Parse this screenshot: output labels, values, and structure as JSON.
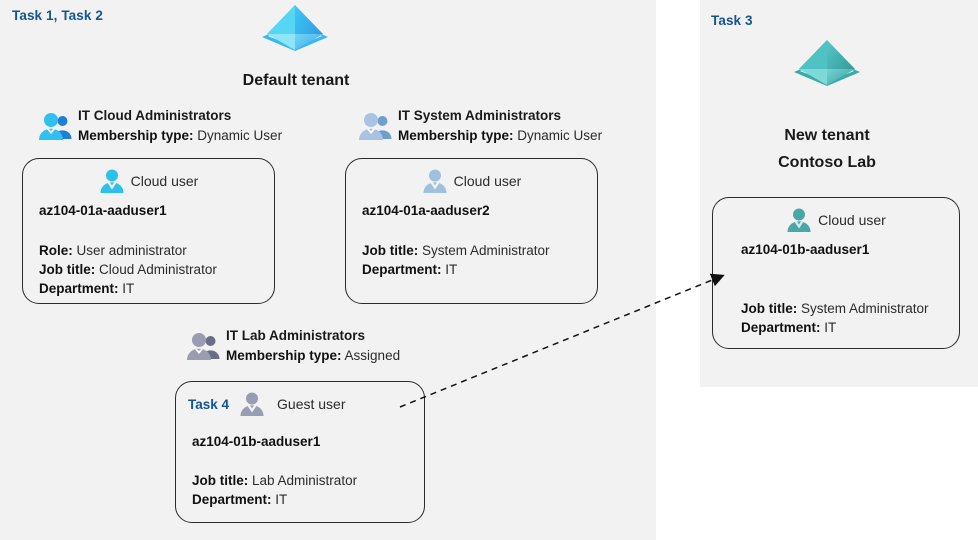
{
  "panels": {
    "left": {
      "task_label": "Task 1, Task 2"
    },
    "right": {
      "task_label": "Task 3"
    }
  },
  "tenants": [
    {
      "icon": "azure-ad-tenant-icon",
      "title": "Default tenant",
      "color": "#3a9ae8"
    },
    {
      "icon": "azure-ad-tenant-icon",
      "title_line1": "New  tenant",
      "title_line2": "Contoso Lab",
      "color": "#3fb6b6"
    }
  ],
  "groups": [
    {
      "icon": "group-users-icon",
      "name": "IT Cloud Administrators",
      "membership_label": "Membership type:",
      "membership_value": "Dynamic User"
    },
    {
      "icon": "group-users-icon",
      "name": "IT System Administrators",
      "membership_label": "Membership type:",
      "membership_value": "Dynamic User"
    },
    {
      "icon": "group-users-icon",
      "name": "IT Lab Administrators",
      "membership_label": "Membership type:",
      "membership_value": "Assigned"
    }
  ],
  "cards": [
    {
      "icon": "cloud-user-icon",
      "user_type": "Cloud user",
      "upn": "az104-01a-aaduser1",
      "props": [
        {
          "label": "Role:",
          "value": "User administrator"
        },
        {
          "label": "Job title:",
          "value": "Cloud Administrator"
        },
        {
          "label": "Department:",
          "value": "IT"
        }
      ]
    },
    {
      "icon": "cloud-user-icon",
      "user_type": "Cloud user",
      "upn": "az104-01a-aaduser2",
      "props": [
        {
          "label": "Job title:",
          "value": "System Administrator"
        },
        {
          "label": "Department:",
          "value": "IT"
        }
      ]
    },
    {
      "icon": "guest-user-icon",
      "task_label": "Task 4",
      "user_type": "Guest user",
      "upn": "az104-01b-aaduser1",
      "props": [
        {
          "label": "Job title:",
          "value": "Lab Administrator"
        },
        {
          "label": "Department:",
          "value": "IT"
        }
      ]
    },
    {
      "icon": "cloud-user-icon",
      "user_type": "Cloud user",
      "upn": "az104-01b-aaduser1",
      "props": [
        {
          "label": "Job title:",
          "value": "System Administrator"
        },
        {
          "label": "Department:",
          "value": "IT"
        }
      ]
    }
  ],
  "colors": {
    "task_blue": "#14558f",
    "panel_bg": "#f2f2f2",
    "page_bg": "#ffffff",
    "card_border": "#2b2b2b",
    "tenant_blue": "#3a9ae8",
    "tenant_teal": "#3fb6b6",
    "group_icon_cyan": "#29b6e8",
    "group_icon_lightblue": "#94b8dd",
    "group_icon_gray": "#8d8fa8",
    "user_icon_cyan": "#2ec0ec",
    "user_icon_lightblue": "#9fc0de",
    "user_icon_teal": "#4aa7a7",
    "user_icon_gray": "#9a9cb0"
  },
  "connector": {
    "name": "guest-user-link-arrow",
    "style": "dashed-arrow",
    "from": "az104-01b-aaduser1 (guest, default tenant)",
    "to": "az104-01b-aaduser1 (cloud user, Contoso Lab)"
  }
}
